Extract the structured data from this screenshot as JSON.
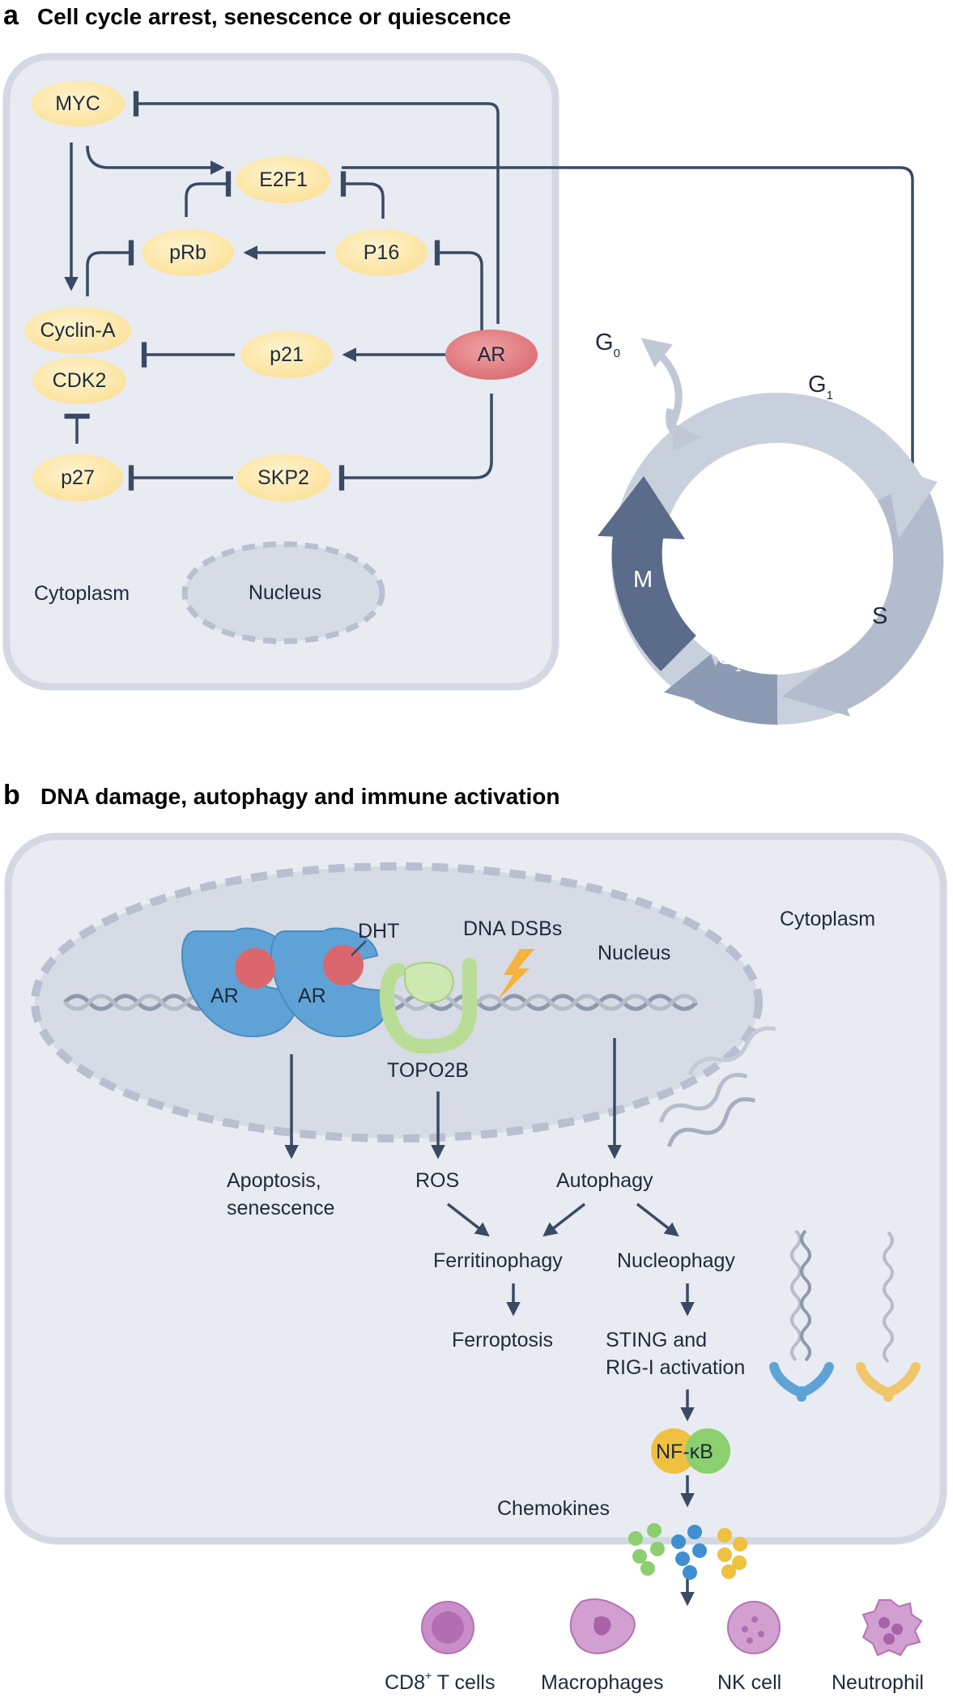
{
  "panel_a": {
    "letter": "a",
    "title": "Cell cycle arrest, senescence or quiescence",
    "nodes": {
      "myc": "MYC",
      "e2f1": "E2F1",
      "prb": "pRb",
      "p16": "P16",
      "cyclin_a": "Cyclin-A",
      "cdk2": "CDK2",
      "p21": "p21",
      "ar": "AR",
      "p27": "p27",
      "skp2": "SKP2"
    },
    "cytoplasm": "Cytoplasm",
    "nucleus": "Nucleus",
    "cycle": {
      "g0": "G",
      "g0_sub": "0",
      "g1_top": "G",
      "g1_top_sub": "1",
      "s": "S",
      "g1_bottom": "G",
      "g1_bottom_sub": "1",
      "m": "M"
    }
  },
  "panel_b": {
    "letter": "b",
    "title": "DNA damage, autophagy and immune activation",
    "cytoplasm": "Cytoplasm",
    "nucleus": "Nucleus",
    "ar1": "AR",
    "ar2": "AR",
    "dht": "DHT",
    "dna_dsbs": "DNA DSBs",
    "topo2b": "TOPO2B",
    "apoptosis_1": "Apoptosis,",
    "apoptosis_2": "senescence",
    "ros": "ROS",
    "autophagy": "Autophagy",
    "ferritinophagy": "Ferritinophagy",
    "nucleophagy": "Nucleophagy",
    "ferroptosis": "Ferroptosis",
    "sting_1": "STING and",
    "sting_2": "RIG-I activation",
    "nfkb_1": "NF-",
    "nfkb_2": "κB",
    "chemokines": "Chemokines",
    "cells": {
      "cd8": "CD8",
      "cd8_sup": "+",
      "cd8_rest": " T cells",
      "macrophages": "Macrophages",
      "nk": "NK cell",
      "neutrophil": "Neutrophil"
    }
  },
  "colors": {
    "cell_fill": "#e8ebf1",
    "cell_border": "#d3d8e2",
    "node_yellow": "#fde7a6",
    "node_red": "#e27e83",
    "arrow": "#3a4a64",
    "ar_blue": "#5fa3d6",
    "topo_green": "#b9dd96",
    "cycle_light": "#c9d0dd",
    "cycle_mid": "#8d9ab3",
    "cycle_dark": "#5b6b8a"
  }
}
